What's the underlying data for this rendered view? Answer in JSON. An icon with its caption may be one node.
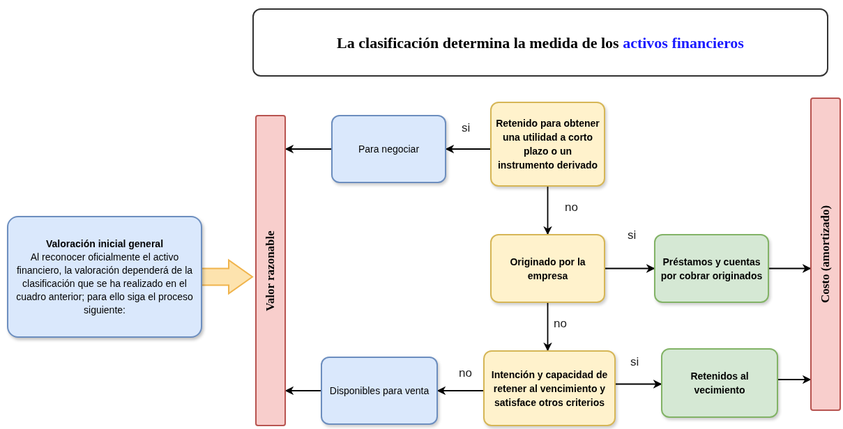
{
  "diagram": {
    "nodes": [
      {
        "text": [
          "La clasificación determina la medida de los",
          "activos financieros"
        ]
      },
      {
        "text": [
          "Valoración inicial general",
          "Al reconocer oficialmente el activo financiero, la valoración dependerá de la clasificación que se ha realizado en el cuadro anterior; para ello siga el proceso siguiente:"
        ]
      },
      {
        "text": [
          "Valor razonable"
        ]
      },
      {
        "text": [
          "Para negociar"
        ]
      },
      {
        "text": [
          "Retenido para obtener una utilidad a corto plazo o un instrumento derivado"
        ]
      },
      {
        "text": [
          "Originado por la empresa"
        ]
      },
      {
        "text": [
          "Préstamos y cuentas por cobrar originados"
        ]
      },
      {
        "text": [
          "Costo (amortizado)"
        ]
      },
      {
        "text": [
          "Disponibles para venta"
        ]
      },
      {
        "text": [
          "Intención y capacidad de retener al vencimiento y satisface otros criterios"
        ]
      },
      {
        "text": [
          "Retenidos al vecimiento"
        ]
      }
    ],
    "edges": [
      {
        "from": 1,
        "to": 2,
        "arrow": "to",
        "style": "thick",
        "color": "#f0b44c"
      },
      {
        "from": 4,
        "to": 3,
        "arrow": "to",
        "label": "si"
      },
      {
        "from": 3,
        "to": 2,
        "arrow": "to"
      },
      {
        "from": 4,
        "to": 5,
        "arrow": "to",
        "label": "no"
      },
      {
        "from": 5,
        "to": 6,
        "arrow": "to",
        "label": "si"
      },
      {
        "from": 6,
        "to": 7,
        "arrow": "to"
      },
      {
        "from": 5,
        "to": 9,
        "arrow": "to",
        "label": "no"
      },
      {
        "from": 9,
        "to": 8,
        "arrow": "to",
        "label": "no"
      },
      {
        "from": 8,
        "to": 2,
        "arrow": "to"
      },
      {
        "from": 9,
        "to": 10,
        "arrow": "to",
        "label": "si"
      },
      {
        "from": 10,
        "to": 7,
        "arrow": "to"
      }
    ]
  }
}
